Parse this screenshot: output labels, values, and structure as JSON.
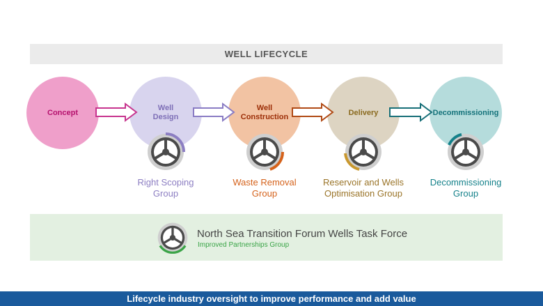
{
  "title": "WELL  LIFECYCLE",
  "stages": [
    {
      "label": "Concept",
      "fill": "#ef9fca",
      "text_color": "#b5126e"
    },
    {
      "label": "Well\nDesign",
      "fill": "#d8d4ee",
      "text_color": "#7e6fb7"
    },
    {
      "label": "Well\nConstruction",
      "fill": "#f2c3a3",
      "text_color": "#9c2e07"
    },
    {
      "label": "Delivery",
      "fill": "#ddd4c2",
      "text_color": "#8a6a1f"
    },
    {
      "label": "Decommissioning",
      "fill": "#b5dcdc",
      "text_color": "#14727a"
    }
  ],
  "groups": [
    {
      "label": "Right Scoping\nGroup",
      "color": "#8c7ec2"
    },
    {
      "label": "Waste Removal\nGroup",
      "color": "#d5621b"
    },
    {
      "label": "Reservoir and Wells\nOptimisation Group",
      "color": "#9a7428"
    },
    {
      "label": "Decommissioning\nGroup",
      "color": "#14818a"
    }
  ],
  "task_force": {
    "title": "North Sea Transition Forum Wells Task Force",
    "subtitle": "Improved Partnerships Group",
    "accent": "#3aa447"
  },
  "footer": "Lifecycle industry oversight to improve performance and add value",
  "colors": {
    "footer_bg": "#1a5a9c",
    "title_bar_bg": "#ebebeb",
    "task_bg": "#e3f0e1"
  }
}
